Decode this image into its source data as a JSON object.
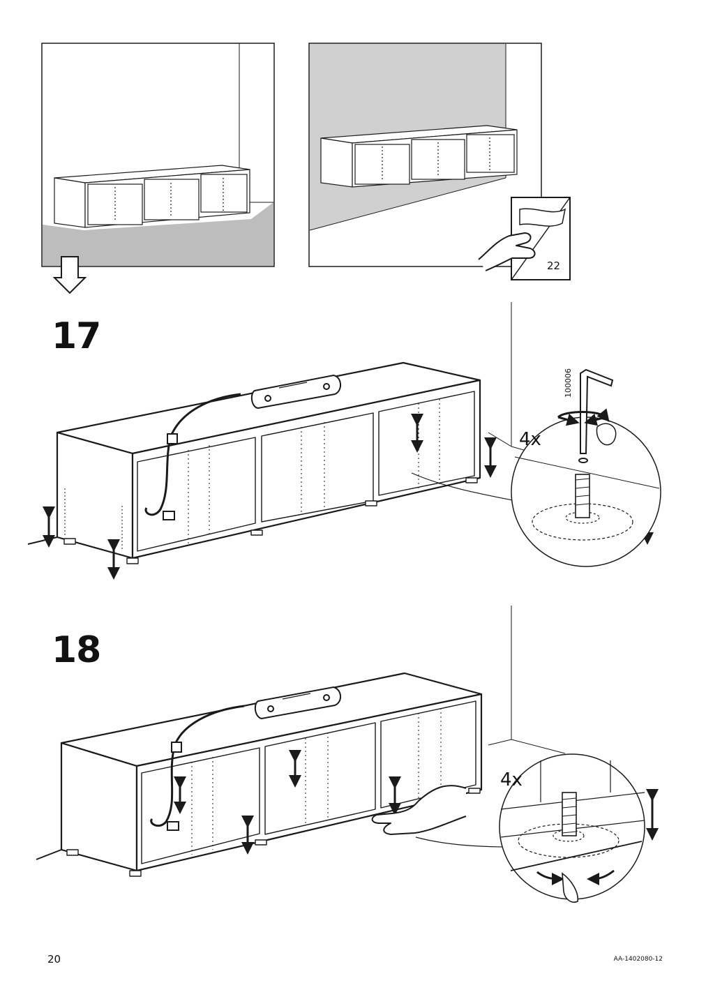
{
  "steps": [
    {
      "number": "17",
      "quantity": "4x",
      "tool_code": "100006"
    },
    {
      "number": "18",
      "quantity": "4x"
    }
  ],
  "reference": {
    "page": "22"
  },
  "footer": {
    "page_number": "20",
    "document_code": "AA-1402080-12"
  },
  "colors": {
    "line": "#1a1a1a",
    "floor_gray": "#bdbdbd",
    "wall_gray": "#d0d0d0"
  },
  "icons": [
    "down-arrow-icon",
    "page-turn-icon",
    "hand-icon",
    "hex-key-icon",
    "up-down-arrow-icon",
    "rotate-arrow-icon"
  ]
}
